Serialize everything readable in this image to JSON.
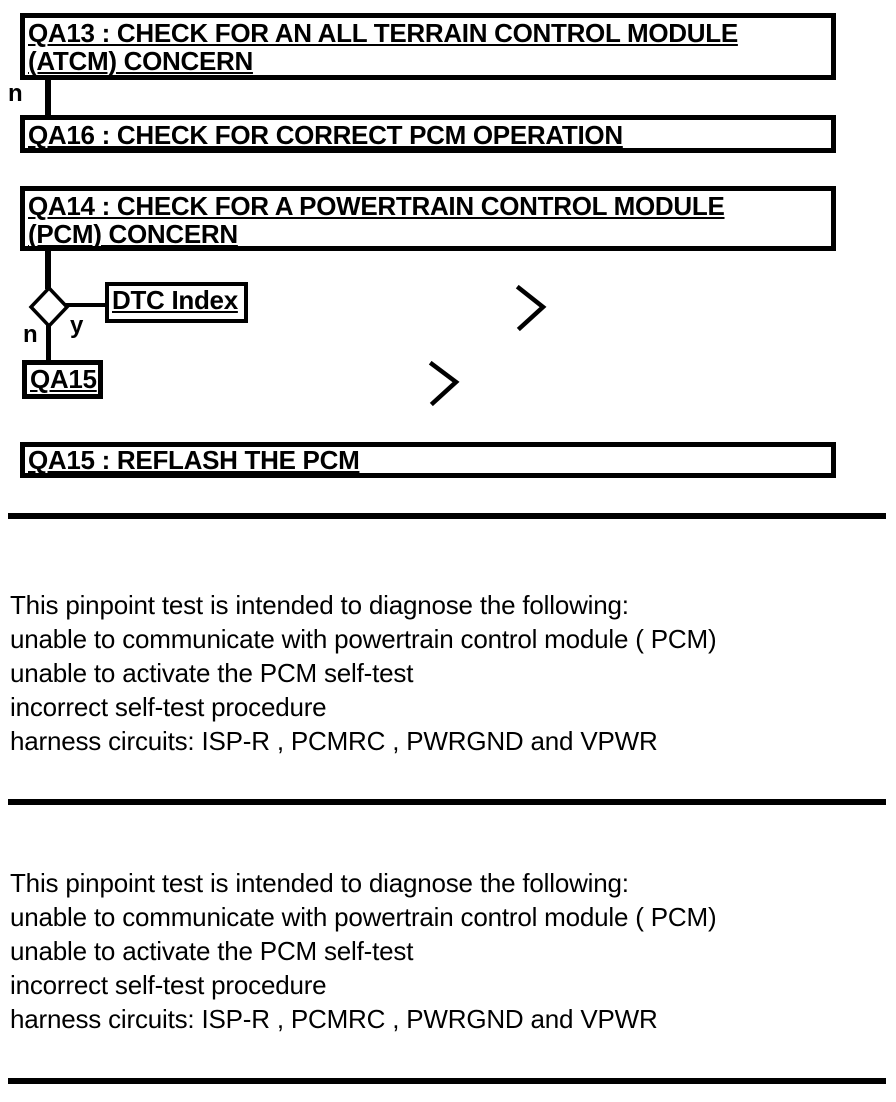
{
  "colors": {
    "ink": "#000000",
    "paper": "#ffffff"
  },
  "flowchart": {
    "qa13": {
      "line1": "QA13 : CHECK FOR AN ALL TERRAIN CONTROL MODULE",
      "line2": "(ATCM) CONCERN",
      "branch_no": "n"
    },
    "qa16": {
      "line1": "QA16 : CHECK FOR CORRECT PCM OPERATION"
    },
    "qa14": {
      "line1": "QA14 : CHECK FOR A POWERTRAIN CONTROL MODULE",
      "line2": "(PCM) CONCERN"
    },
    "decision": {
      "yes_label": "y",
      "no_label": "n"
    },
    "dtc_index": {
      "label": "DTC Index"
    },
    "qa15_node": {
      "label": "QA15"
    },
    "qa15": {
      "line1": "QA15 : REFLASH THE PCM"
    }
  },
  "sections": {
    "first": {
      "lines": [
        "This pinpoint test is intended to diagnose the following:",
        "unable to communicate with powertrain control module ( PCM)",
        "unable to activate the PCM self-test",
        "incorrect self-test procedure",
        "harness circuits: ISP-R , PCMRC , PWRGND and VPWR"
      ]
    },
    "second": {
      "lines": [
        "This pinpoint test is intended to diagnose the following:",
        "unable to communicate with powertrain control module ( PCM)",
        "unable to activate the PCM self-test",
        "incorrect self-test procedure",
        "harness circuits: ISP-R , PCMRC , PWRGND and VPWR"
      ]
    }
  }
}
